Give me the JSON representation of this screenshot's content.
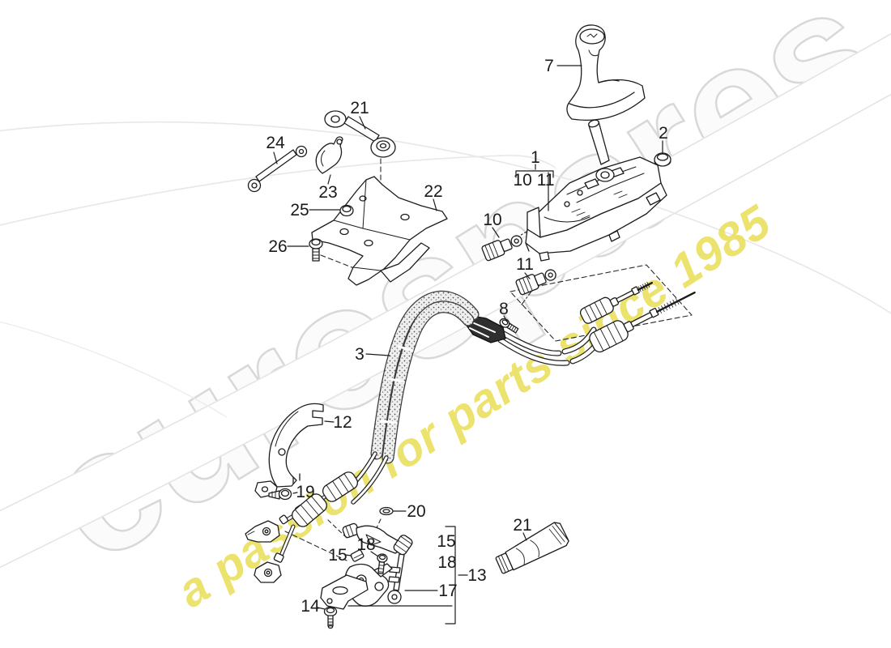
{
  "watermark": {
    "brand": "eurospares",
    "tagline": "a passion for parts since 1985",
    "brand_fill": "#fbfbfb",
    "brand_outline": "#d8d8d8",
    "tagline_color": "#e9dd55"
  },
  "diagram": {
    "line_color": "#1c1c1c",
    "background": "#ffffff",
    "labels": {
      "n1": "1",
      "n2": "2",
      "n3": "3",
      "n7": "7",
      "n8": "8",
      "n10": "10",
      "n11": "11",
      "n10_11": "10 11",
      "n12": "12",
      "n13": "13",
      "n14": "14",
      "n15": "15",
      "n17": "17",
      "n18": "18",
      "n19": "19",
      "n20": "20",
      "n21": "21",
      "n22": "22",
      "n23": "23",
      "n24": "24",
      "n25": "25",
      "n26": "26"
    }
  }
}
